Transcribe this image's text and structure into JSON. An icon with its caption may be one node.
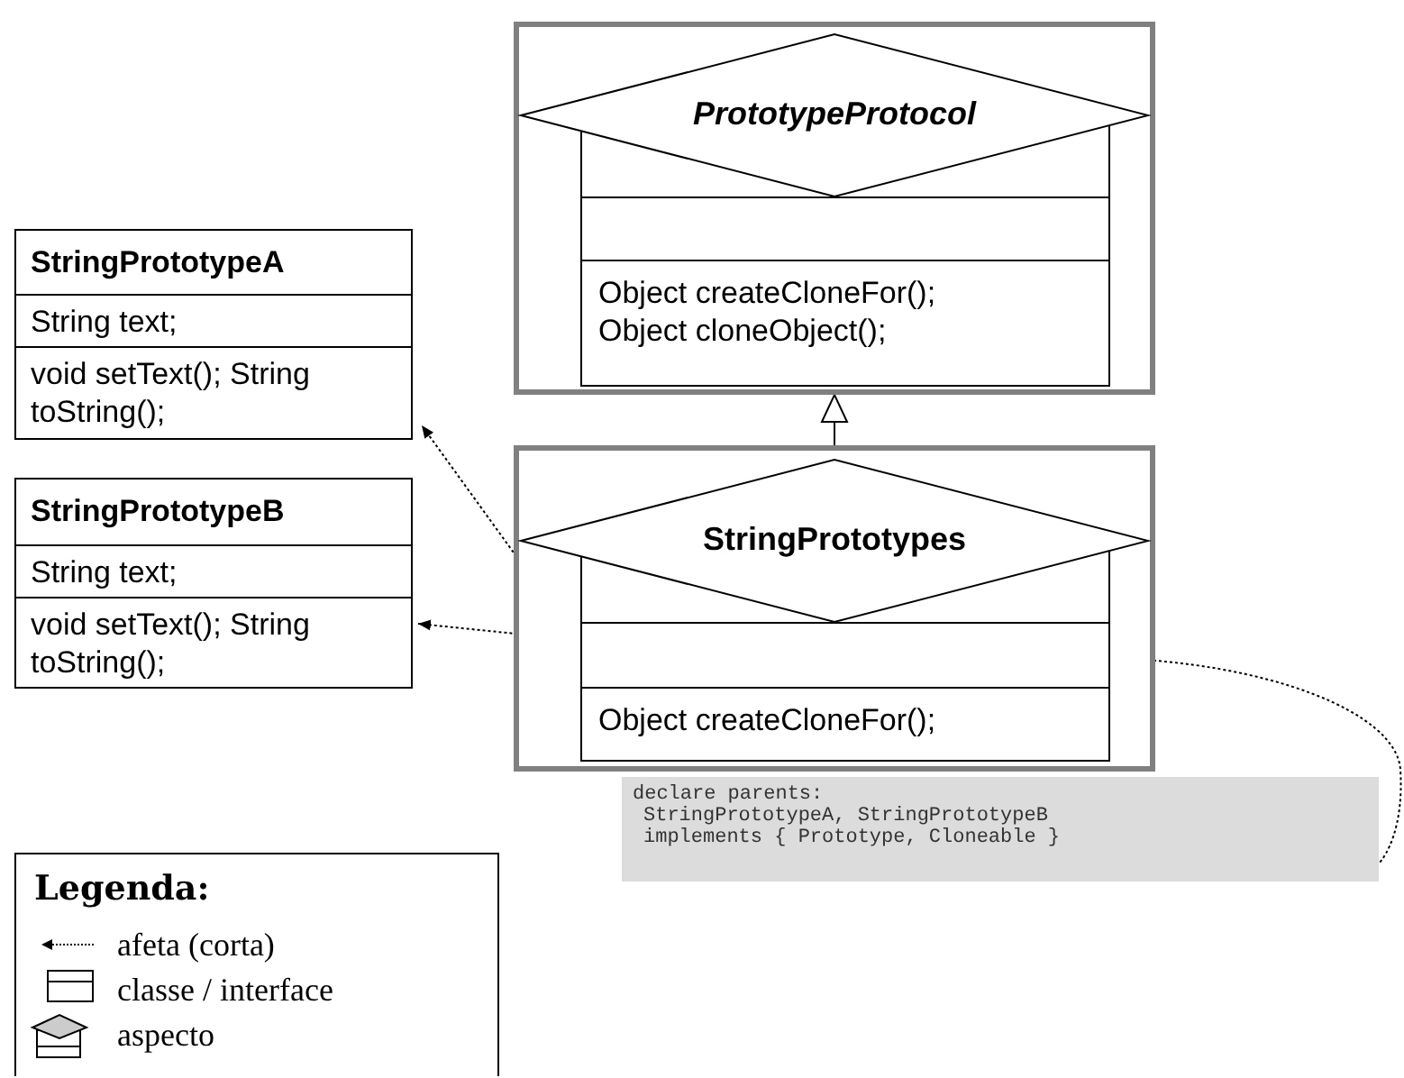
{
  "diagram": {
    "nodes": [
      {
        "text": [
          "StringPrototypeA",
          "String text;",
          "void setText(); String toString();"
        ]
      },
      {
        "text": [
          "StringPrototypeB",
          "String text;",
          "void setText(); String toString();"
        ]
      },
      {
        "text": [
          "PrototypeProtocol",
          "Object createCloneFor(); Object cloneObject();"
        ]
      },
      {
        "text": [
          "StringPrototypes",
          "Object createCloneFor();"
        ]
      },
      {
        "text": [
          "declare parents:",
          "StringPrototypeA, StringPrototypeB",
          "implements { Prototype, Cloneable }"
        ]
      }
    ],
    "edges": [
      {
        "from": 3,
        "to": 0,
        "arrow": "to",
        "style": "dashed"
      },
      {
        "from": 3,
        "to": 1,
        "arrow": "to",
        "style": "dashed"
      },
      {
        "from": 3,
        "to": 2,
        "arrow": "to"
      },
      {
        "from": 3,
        "to": 4,
        "arrow": "none",
        "style": "dashed"
      }
    ],
    "labels": [
      "Legenda:"
    ],
    "legend": [
      {
        "text": "afeta (corta)"
      },
      {
        "text": "classe / interface"
      },
      {
        "text": "aspecto"
      }
    ]
  }
}
